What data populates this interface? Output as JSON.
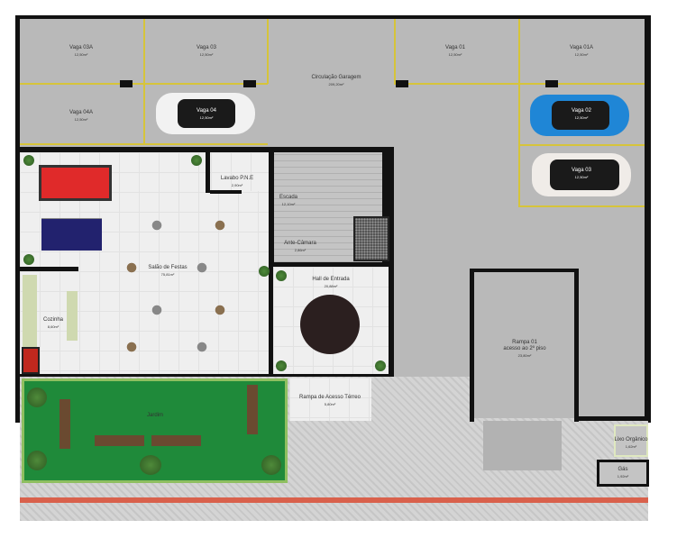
{
  "garage": {
    "circulacao": {
      "name": "Circulação Garagem",
      "area": "209,20m²"
    },
    "vagas": [
      {
        "name": "Vaga 03A",
        "area": "12,50m²"
      },
      {
        "name": "Vaga 03",
        "area": "12,50m²"
      },
      {
        "name": "Vaga 01",
        "area": "12,50m²"
      },
      {
        "name": "Vaga 01A",
        "area": "12,50m²"
      },
      {
        "name": "Vaga 04A",
        "area": "12,50m²"
      },
      {
        "name": "Vaga 04",
        "area": "12,50m²"
      },
      {
        "name": "Vaga 02",
        "area": "12,50m²"
      },
      {
        "name": "Vaga 03",
        "area": "12,50m²"
      }
    ]
  },
  "rooms": {
    "lavabo": {
      "name": "Lavabo P.N.E",
      "area": "2,90m²"
    },
    "escada": {
      "name": "Escada",
      "area": "12,10m²"
    },
    "antecamara": {
      "name": "Ante-Câmara",
      "area": "2,86m²"
    },
    "salao": {
      "name": "Salão de Festas",
      "area": "75,81m²"
    },
    "hall": {
      "name": "Hall de Entrada",
      "area": "20,88m²"
    },
    "cozinha": {
      "name": "Cozinha",
      "area": "8,60m²"
    },
    "rampa_terreo": {
      "name": "Rampa de Acesso Térreo",
      "area": "5,80m²"
    },
    "rampa01": {
      "name": "Rampa 01",
      "sub": "acesso ao 2º piso",
      "area": "23,80m²"
    },
    "lixo": {
      "name": "Lixo Orgânico",
      "area": "1,62m²"
    },
    "gas": {
      "name": "Gás",
      "area": "1,92m²"
    },
    "jardim": {
      "name": "Jardim"
    }
  },
  "colors": {
    "garage": "#b9b9b9",
    "parking_line": "#d6c43a",
    "garden": "#1f8a3a",
    "red_stripe": "#d9614c",
    "blue_car": "#1f86d6"
  }
}
